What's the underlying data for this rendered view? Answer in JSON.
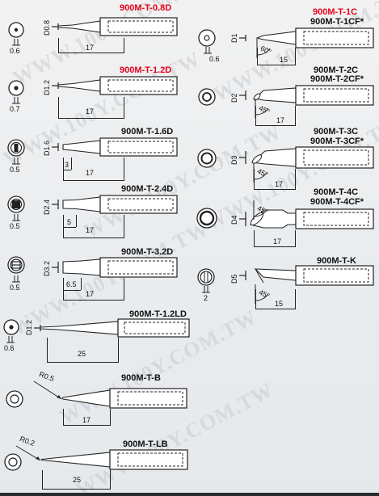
{
  "watermark": "WWW.100Y.COM.TW",
  "tips": [
    {
      "model": "900M-T-0.8D",
      "diameter_label": "D0.8",
      "front_size": "0.6",
      "length": "17"
    },
    {
      "model": "900M-T-1.2D",
      "diameter_label": "D1.2",
      "front_size": "0.7",
      "length": "17"
    },
    {
      "model": "900M-T-1.6D",
      "diameter_label": "D1.6",
      "front_size": "0.5",
      "length": "17",
      "inner_length": "3"
    },
    {
      "model": "900M-T-2.4D",
      "diameter_label": "D2.4",
      "front_size": "0.5",
      "length": "17",
      "inner_length": "5"
    },
    {
      "model": "900M-T-3.2D",
      "diameter_label": "D3.2",
      "front_size": "0.5",
      "length": "17",
      "inner_length": "6.5"
    },
    {
      "model": "900M-T-1.2LD",
      "diameter_label": "D1.2",
      "front_size": "0.6",
      "length": "25"
    },
    {
      "model": "900M-T-B",
      "radius_label": "R0.5",
      "length": "17"
    },
    {
      "model": "900M-T-LB",
      "radius_label": "R0.2",
      "length": "25"
    },
    {
      "model": "900M-T-1C",
      "model_alt": "900M-T-1CF*",
      "diameter_label": "D1",
      "front_size": "0.6",
      "length": "15",
      "angle": "60°"
    },
    {
      "model": "900M-T-2C",
      "model_alt": "900M-T-2CF*",
      "diameter_label": "D2",
      "length": "17",
      "angle": "45°"
    },
    {
      "model": "900M-T-3C",
      "model_alt": "900M-T-3CF*",
      "diameter_label": "D3",
      "length": "17",
      "angle": "45°"
    },
    {
      "model": "900M-T-4C",
      "model_alt": "900M-T-4CF*",
      "diameter_label": "D4",
      "length": "17",
      "angle": "45°"
    },
    {
      "model": "900M-T-K",
      "diameter_label": "D5",
      "front_size": "2",
      "length": "15",
      "angle": "45°"
    }
  ],
  "colors": {
    "highlight_model": "#e8001c",
    "ink": "#111111"
  }
}
